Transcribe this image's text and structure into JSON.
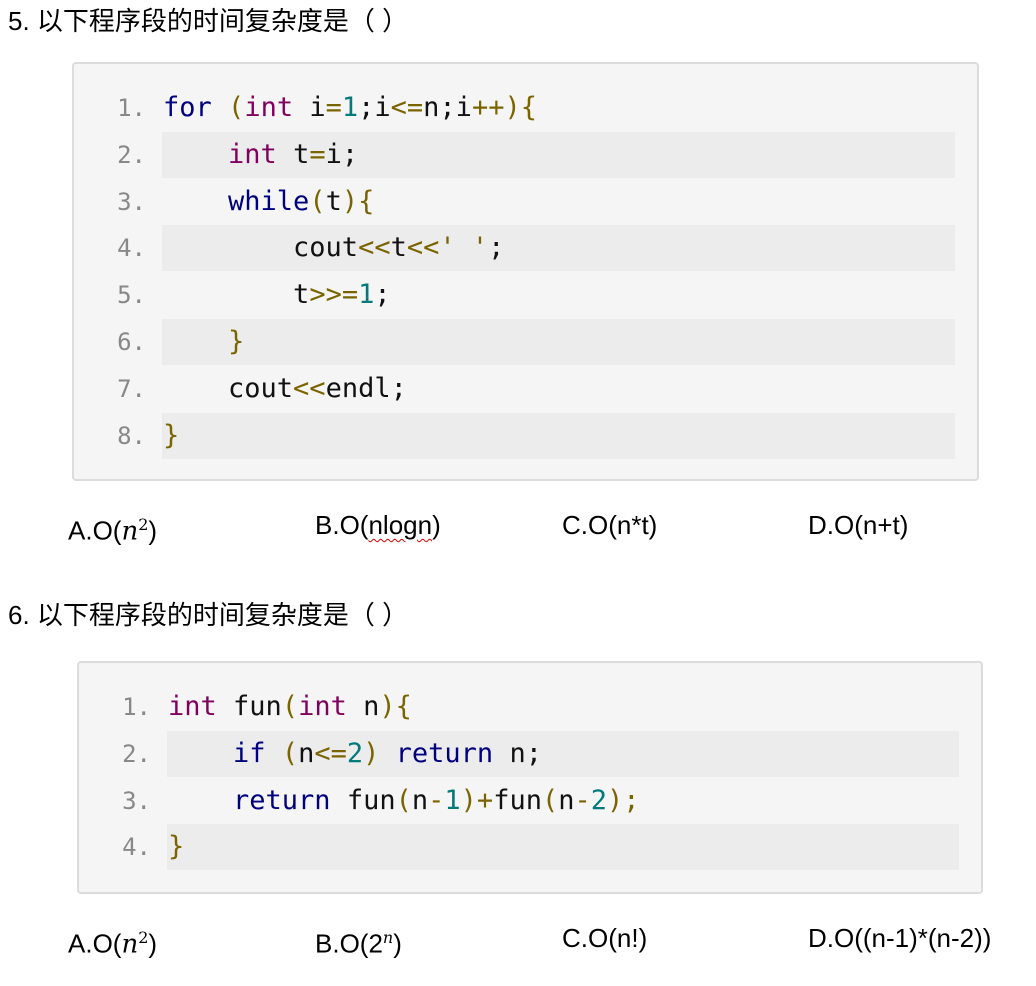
{
  "questions": [
    {
      "title": "5. 以下程序段的时间复杂度是（    ）",
      "code": [
        [
          [
            "kw",
            "for"
          ],
          [
            "id",
            " "
          ],
          [
            "op",
            "("
          ],
          [
            "ty",
            "int"
          ],
          [
            "id",
            " i"
          ],
          [
            "op",
            "="
          ],
          [
            "num",
            "1"
          ],
          [
            "id",
            ";i"
          ],
          [
            "op",
            "<="
          ],
          [
            "id",
            "n;i"
          ],
          [
            "op",
            "++){"
          ]
        ],
        [
          [
            "id",
            "    "
          ],
          [
            "ty",
            "int"
          ],
          [
            "id",
            " t"
          ],
          [
            "op",
            "="
          ],
          [
            "id",
            "i;"
          ]
        ],
        [
          [
            "id",
            "    "
          ],
          [
            "kw",
            "while"
          ],
          [
            "op",
            "("
          ],
          [
            "id",
            "t"
          ],
          [
            "op",
            "){"
          ]
        ],
        [
          [
            "id",
            "        cout"
          ],
          [
            "op",
            "<<"
          ],
          [
            "id",
            "t"
          ],
          [
            "op",
            "<<"
          ],
          [
            "op",
            "' '"
          ],
          [
            "id",
            ";"
          ]
        ],
        [
          [
            "id",
            "        t"
          ],
          [
            "op",
            ">>="
          ],
          [
            "num",
            "1"
          ],
          [
            "id",
            ";"
          ]
        ],
        [
          [
            "id",
            "    "
          ],
          [
            "op",
            "}"
          ]
        ],
        [
          [
            "id",
            "    cout"
          ],
          [
            "op",
            "<<"
          ],
          [
            "id",
            "endl;"
          ]
        ],
        [
          [
            "op",
            "}"
          ]
        ]
      ],
      "options": [
        {
          "pre": "A.O(",
          "var": "n",
          "sup": "2",
          "post": ")"
        },
        {
          "pre": "B.O(",
          "squig": "nlogn",
          "post": ")"
        },
        {
          "pre": "C.O(n*t)"
        },
        {
          "pre": "D.O(n+t)"
        }
      ]
    },
    {
      "title": "6. 以下程序段的时间复杂度是（    ）",
      "code": [
        [
          [
            "ty",
            "int"
          ],
          [
            "id",
            " fun"
          ],
          [
            "op",
            "("
          ],
          [
            "ty",
            "int"
          ],
          [
            "id",
            " n"
          ],
          [
            "op",
            "){"
          ]
        ],
        [
          [
            "id",
            "    "
          ],
          [
            "kw",
            "if"
          ],
          [
            "id",
            " "
          ],
          [
            "op",
            "("
          ],
          [
            "id",
            "n"
          ],
          [
            "op",
            "<="
          ],
          [
            "num",
            "2"
          ],
          [
            "op",
            ")"
          ],
          [
            "id",
            " "
          ],
          [
            "kw",
            "return"
          ],
          [
            "id",
            " n;"
          ]
        ],
        [
          [
            "id",
            "    "
          ],
          [
            "kw",
            "return"
          ],
          [
            "id",
            " fun"
          ],
          [
            "op",
            "("
          ],
          [
            "id",
            "n"
          ],
          [
            "op",
            "-"
          ],
          [
            "num",
            "1"
          ],
          [
            "op",
            ")+"
          ],
          [
            "id",
            "fun"
          ],
          [
            "op",
            "("
          ],
          [
            "id",
            "n"
          ],
          [
            "op",
            "-"
          ],
          [
            "num",
            "2"
          ],
          [
            "op",
            ");"
          ]
        ],
        [
          [
            "op",
            "}"
          ]
        ]
      ],
      "options": [
        {
          "pre": "A.O(",
          "var": "n",
          "sup": "2",
          "post": ")"
        },
        {
          "pre": "B.O(2",
          "supvar": "n",
          "post": ")"
        },
        {
          "pre": "C.O(n!)"
        },
        {
          "pre": "D.O((n-1)*(n-2))"
        }
      ]
    }
  ]
}
